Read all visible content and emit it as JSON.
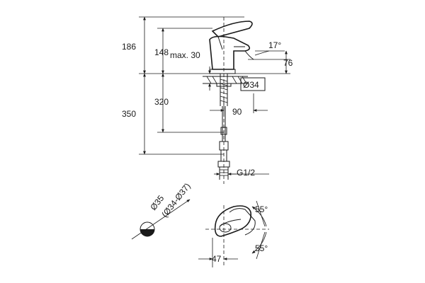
{
  "dimensions": {
    "height_total": "186",
    "height_outlet": "148",
    "max_thickness": "max. 30",
    "angle_spout": "17°",
    "spout_height": "76",
    "hole_diameter": "Ø34",
    "hose_length": "320",
    "overall_hose": "350",
    "spout_reach": "90",
    "connection": "G1/2",
    "hole_option_a": "Ø35",
    "hole_option_b": "(Ø34-Ø37)",
    "handle_angle_top": "55°",
    "handle_angle_bottom": "55°",
    "offset": "47"
  },
  "colors": {
    "line": "#1a1a1a",
    "background": "#ffffff"
  }
}
